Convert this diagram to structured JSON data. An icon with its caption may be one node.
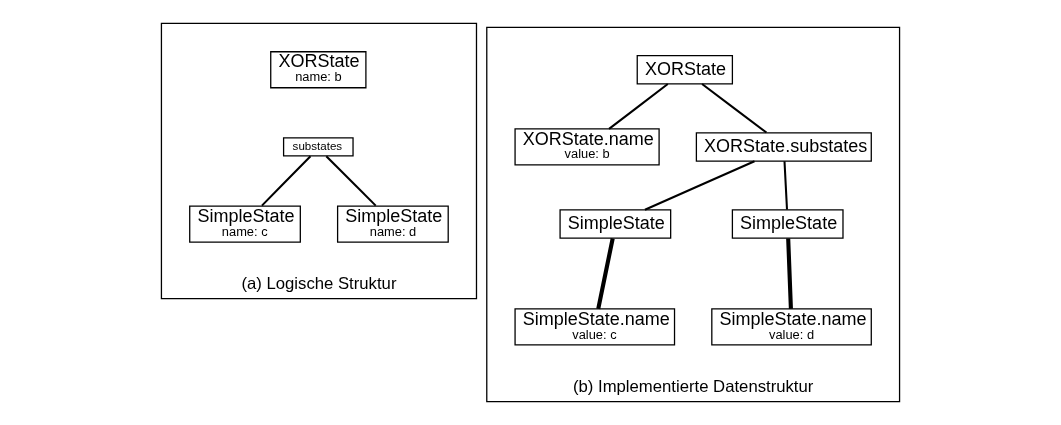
{
  "diagram": {
    "nodes": [
      {
        "text": [
          "(a) Logische Struktur"
        ]
      },
      {
        "text": [
          "XORState",
          "name: b"
        ],
        "in": 0
      },
      {
        "text": [
          "substates"
        ],
        "in": 0
      },
      {
        "text": [
          "SimpleState",
          "name: c"
        ],
        "in": 0
      },
      {
        "text": [
          "SimpleState",
          "name: d"
        ],
        "in": 0
      },
      {
        "text": [
          "(b) Implementierte Datenstruktur"
        ]
      },
      {
        "text": [
          "XORState"
        ],
        "in": 5
      },
      {
        "text": [
          "XORState.name",
          "value: b"
        ],
        "in": 5
      },
      {
        "text": [
          "XORState.substates"
        ],
        "in": 5
      },
      {
        "text": [
          "SimpleState"
        ],
        "in": 5
      },
      {
        "text": [
          "SimpleState"
        ],
        "in": 5
      },
      {
        "text": [
          "SimpleState.name",
          "value: c"
        ],
        "in": 5
      },
      {
        "text": [
          "SimpleState.name",
          "value: d"
        ],
        "in": 5
      }
    ],
    "edges": [
      {
        "from": 2,
        "to": 3,
        "arrow": "none"
      },
      {
        "from": 2,
        "to": 4,
        "arrow": "none"
      },
      {
        "from": 6,
        "to": 7,
        "arrow": "none"
      },
      {
        "from": 6,
        "to": 8,
        "arrow": "none"
      },
      {
        "from": 8,
        "to": 9,
        "arrow": "none"
      },
      {
        "from": 8,
        "to": 10,
        "arrow": "none"
      },
      {
        "from": 9,
        "to": 11,
        "arrow": "none",
        "style": "thick"
      },
      {
        "from": 10,
        "to": 12,
        "arrow": "none",
        "style": "thick"
      }
    ]
  }
}
